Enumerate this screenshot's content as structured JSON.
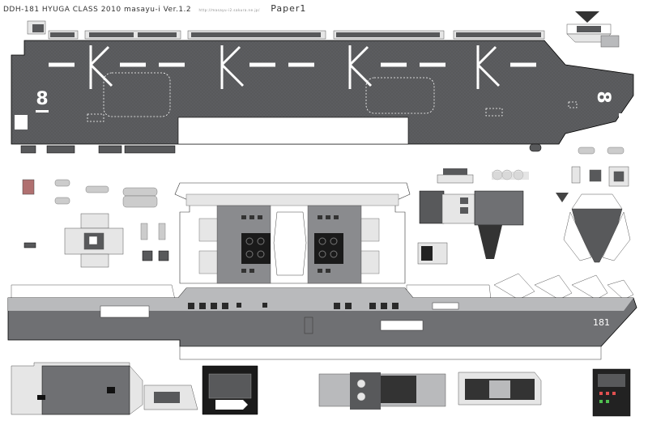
{
  "header": {
    "title": "DDH-181 HYUGA CLASS  2010 masayu-i Ver.1.2",
    "url": "http://masayu-i2.sakura.ne.jp/",
    "page_label": "Paper1"
  },
  "markings": {
    "deck_number_top": "8",
    "deck_number_bow": "8",
    "hull_number": "181"
  },
  "colors": {
    "deck": "#58595b",
    "hull": "#6f7073",
    "hull_light": "#b9babc",
    "outline": "#000000"
  }
}
